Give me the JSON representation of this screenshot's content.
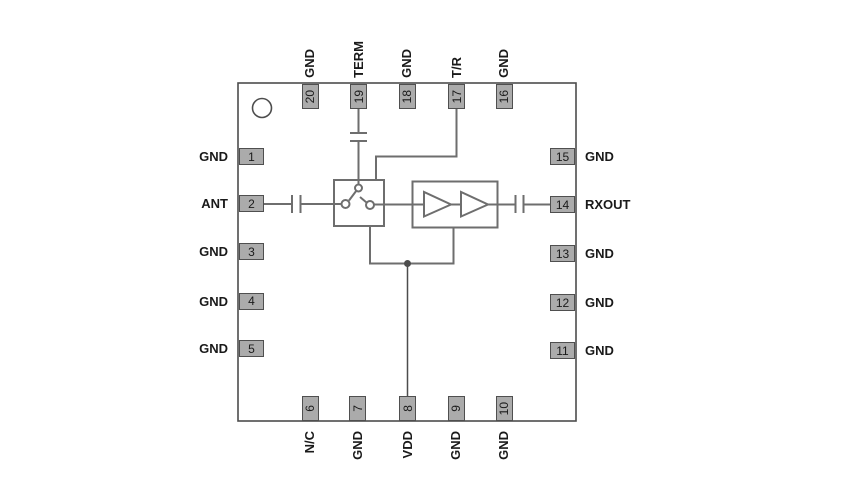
{
  "pins": {
    "top": [
      {
        "number": "20",
        "label": "GND"
      },
      {
        "number": "19",
        "label": "TERM"
      },
      {
        "number": "18",
        "label": "GND"
      },
      {
        "number": "17",
        "label": "T/R"
      },
      {
        "number": "16",
        "label": "GND"
      }
    ],
    "left": [
      {
        "number": "1",
        "label": "GND"
      },
      {
        "number": "2",
        "label": "ANT"
      },
      {
        "number": "3",
        "label": "GND"
      },
      {
        "number": "4",
        "label": "GND"
      },
      {
        "number": "5",
        "label": "GND"
      }
    ],
    "right": [
      {
        "number": "15",
        "label": "GND"
      },
      {
        "number": "14",
        "label": "RXOUT"
      },
      {
        "number": "13",
        "label": "GND"
      },
      {
        "number": "12",
        "label": "GND"
      },
      {
        "number": "11",
        "label": "GND"
      }
    ],
    "bottom": [
      {
        "number": "6",
        "label": "N/C"
      },
      {
        "number": "7",
        "label": "GND"
      },
      {
        "number": "8",
        "label": "VDD"
      },
      {
        "number": "9",
        "label": "GND"
      },
      {
        "number": "10",
        "label": "GND"
      }
    ]
  },
  "colors": {
    "background": "#ffffff",
    "pin_fill": "#ababab",
    "pin_border": "#4f4f4f",
    "wire": "#6e6e6e",
    "outline": "#4d4d4d",
    "text": "#1a1a1a"
  }
}
